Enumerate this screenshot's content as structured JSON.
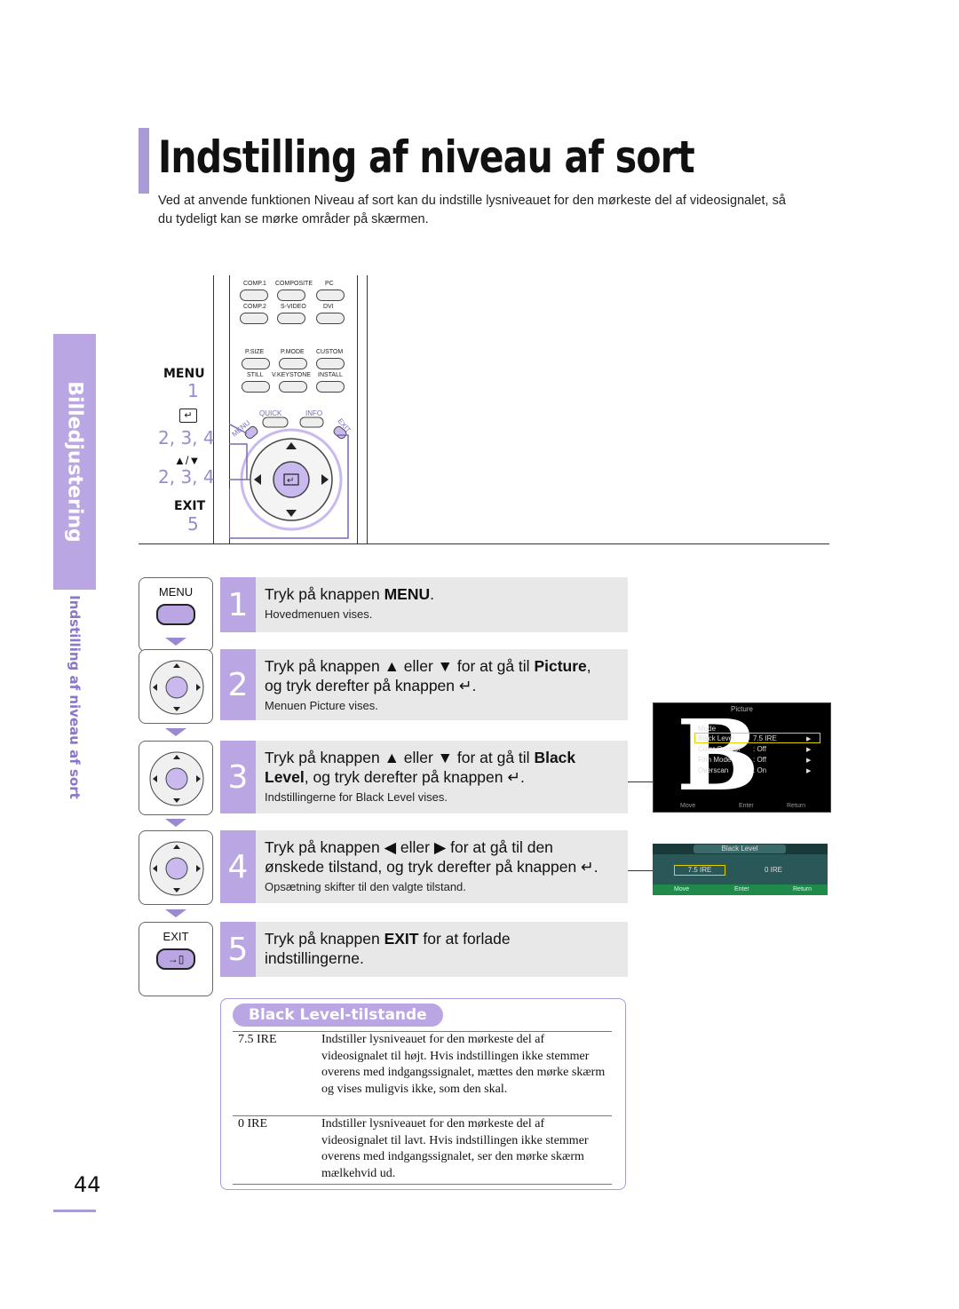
{
  "title": "Indstilling af niveau af sort",
  "intro": "Ved at anvende funktionen Niveau af sort kan du indstille lysniveauet for den mørkeste del af videosignalet, så du tydeligt kan se mørke områder på skærmen.",
  "side_tab": "Billedjustering",
  "side_subtitle": "Indstilling af niveau af sort",
  "remote": {
    "menu_label": "MENU",
    "menu_num": "1",
    "enter_num": "2, 3, 4",
    "updown_label": "▲/▼",
    "updown_num": "2, 3, 4",
    "exit_label": "EXIT",
    "exit_num": "5",
    "buttons": {
      "comp1": "COMP.1",
      "composite": "COMPOSITE",
      "pc": "PC",
      "comp2": "COMP.2",
      "svideo": "S-VIDEO",
      "dvi": "DVI",
      "psize": "P.SIZE",
      "pmode": "P.MODE",
      "custom": "CUSTOM",
      "still": "STILL",
      "vkeystone": "V.KEYSTONE",
      "install": "INSTALL",
      "quick": "QUICK",
      "info": "INFO",
      "menu": "MENU",
      "exit": "EXIT"
    }
  },
  "steps": [
    {
      "num": "1",
      "icon_label": "MENU",
      "main_html_pre": "Tryk på knappen ",
      "main_bold": "MENU",
      "main_post": ".",
      "sub": "Hovedmenuen vises."
    },
    {
      "num": "2",
      "line1_pre": "Tryk på knappen ▲ eller ▼ for at gå til ",
      "line1_bold": "Picture",
      "line1_post": ",",
      "line2": "og tryk derefter på knappen ↵.",
      "sub": "Menuen Picture vises."
    },
    {
      "num": "3",
      "line1_pre": "Tryk på knappen ▲ eller ▼ for at gå til ",
      "line1_bold": "Black",
      "line2_bold": "Level",
      "line2_post": ", og tryk derefter på knappen ↵.",
      "sub": "Indstillingerne for Black Level vises."
    },
    {
      "num": "4",
      "line1": "Tryk på knappen ◀ eller ▶ for at gå til den",
      "line2": "ønskede tilstand, og tryk derefter på knappen ↵.",
      "sub": "Opsætning skifter til den valgte tilstand."
    },
    {
      "num": "5",
      "icon_label": "EXIT",
      "line1_pre": "Tryk på knappen ",
      "line1_bold": "EXIT",
      "line1_post": " for at forlade",
      "line2": "indstillingerne."
    }
  ],
  "osd_picture": {
    "title": "Picture",
    "rows": [
      {
        "label": "Mode",
        "value": ""
      },
      {
        "label": "Black Level",
        "value": "7.5 IRE"
      },
      {
        "label": "Color Control",
        "value": ": Off"
      },
      {
        "label": "Film Mode",
        "value": ": Off"
      },
      {
        "label": "Overscan",
        "value": ": On"
      }
    ],
    "footer": [
      "Move",
      "Enter",
      "Return"
    ]
  },
  "osd_black_level": {
    "title": "Black Level",
    "options": [
      "7.5 IRE",
      "0 IRE"
    ],
    "footer": [
      "Move",
      "Enter",
      "Return"
    ]
  },
  "black_level_table": {
    "heading": "Black Level-tilstande",
    "rows": [
      {
        "key": "7.5 IRE",
        "desc": "Indstiller lysniveauet for den mørkeste del af videosignalet til højt. Hvis indstillingen ikke stemmer overens med indgangssignalet, mættes den mørke skærm og vises muligvis ikke, som den skal."
      },
      {
        "key": "0 IRE",
        "desc": "Indstiller lysniveauet for den mørkeste del af videosignalet til lavt. Hvis indstillingen ikke stemmer overens med indgangssignalet, ser den mørke skærm mælkehvid ud."
      }
    ]
  },
  "page_number": "44",
  "colors": {
    "accent": "#b9a6e2",
    "accent_dark": "#9a8ad0",
    "step_bg": "#e8e8e8"
  }
}
